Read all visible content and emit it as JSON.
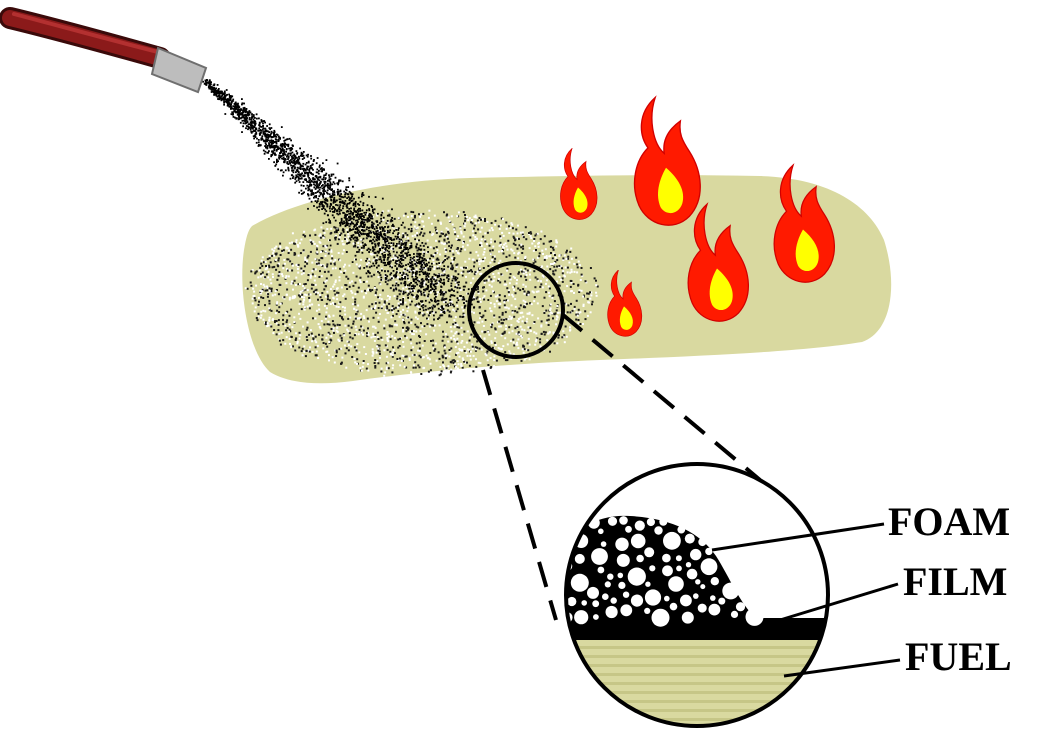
{
  "labels": {
    "foam": "FOAM",
    "film": "FILM",
    "fuel": "FUEL"
  },
  "colors": {
    "fuel_pool": "#d9d9a0",
    "fuel_stripe": "#c6c687",
    "hose": "#8b1a1a",
    "nozzle": "#b8b8b8",
    "flame_outer": "#ff1a00",
    "flame_inner": "#ffff00",
    "foam_spray": "#000000",
    "film": "#000000"
  },
  "icons": {
    "hose": "hose-icon",
    "flame": "flame-icon",
    "magnifier": "magnifier-circle-icon"
  }
}
